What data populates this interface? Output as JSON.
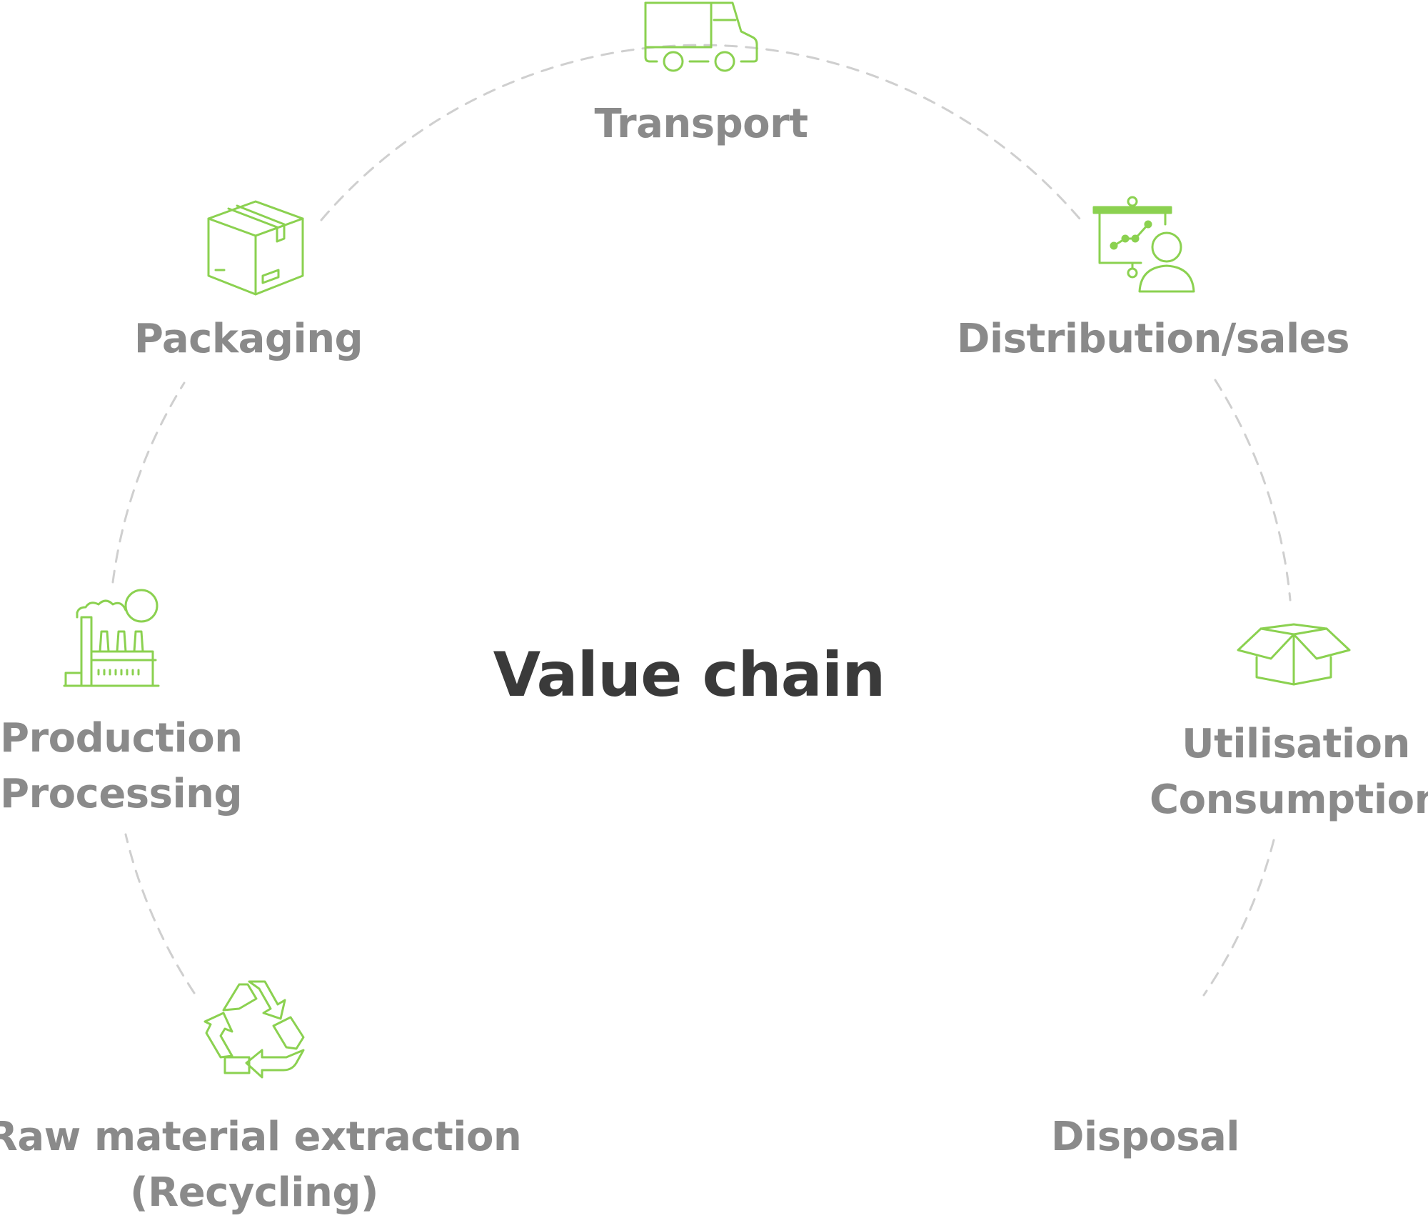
{
  "title": "Value chain",
  "colors": {
    "icon": "#8bd150",
    "label": "#8a8a8a",
    "title": "#3a3a3a",
    "connector": "#cfcfcf"
  },
  "stages": [
    {
      "id": "transport",
      "lines": [
        "Transport"
      ],
      "icon": "truck-icon"
    },
    {
      "id": "distribution",
      "lines": [
        "Distribution/sales"
      ],
      "icon": "presentation-person-icon"
    },
    {
      "id": "utilisation",
      "lines": [
        "Utilisation",
        "Consumption"
      ],
      "icon": "open-box-icon"
    },
    {
      "id": "disposal",
      "lines": [
        "Disposal"
      ],
      "icon": "trash-can-icon"
    },
    {
      "id": "raw-material",
      "lines": [
        "Raw material extraction",
        "(Recycling)"
      ],
      "icon": "recycle-icon"
    },
    {
      "id": "production",
      "lines": [
        "Production",
        "Processing"
      ],
      "icon": "factory-icon"
    },
    {
      "id": "packaging",
      "lines": [
        "Packaging"
      ],
      "icon": "cardboard-box-icon"
    }
  ]
}
